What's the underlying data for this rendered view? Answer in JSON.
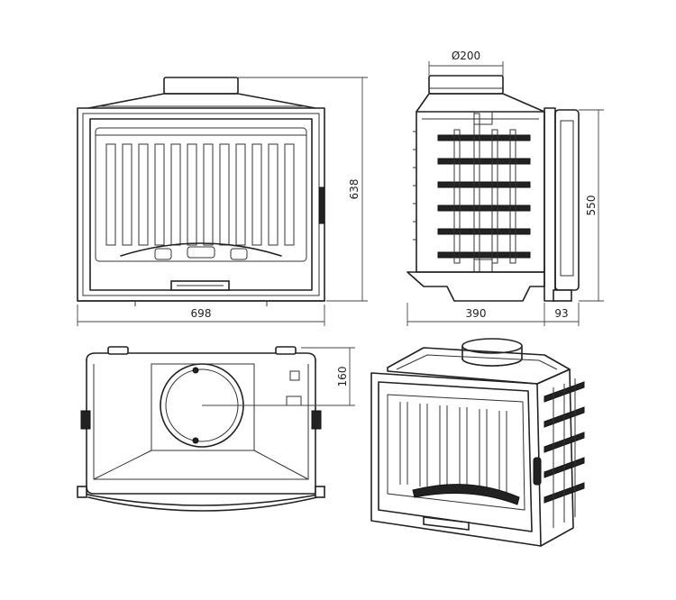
{
  "dimensions": {
    "front_width": "698",
    "front_height": "638",
    "flue_diameter": "Ø200",
    "side_depth": "390",
    "side_height": "550",
    "side_offset": "93",
    "top_depth": "160"
  }
}
